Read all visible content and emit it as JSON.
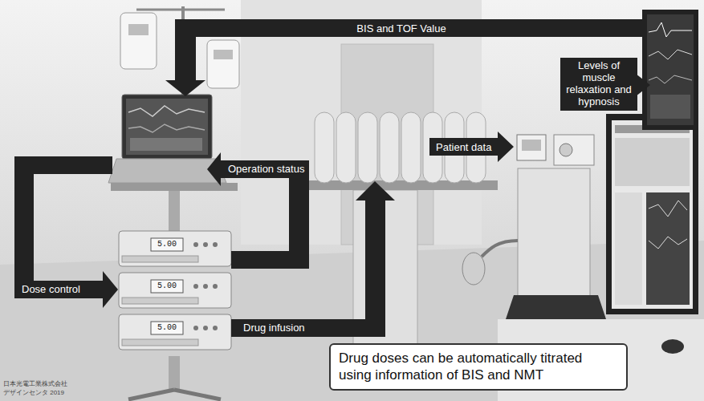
{
  "diagram": {
    "nodes": [
      {
        "text": [
          "Drug doses can be automatically titrated using information of BIS and NMT"
        ]
      }
    ],
    "labels": [
      "BIS and TOF Value",
      "Levels of muscle relaxation and hypnosis",
      "Operation status",
      "Patient data",
      "Dose control",
      "Drug infusion",
      "5.00",
      "5.00",
      "5.00",
      "日本光電工業株式会社",
      "デザインセンタ 2019"
    ]
  }
}
